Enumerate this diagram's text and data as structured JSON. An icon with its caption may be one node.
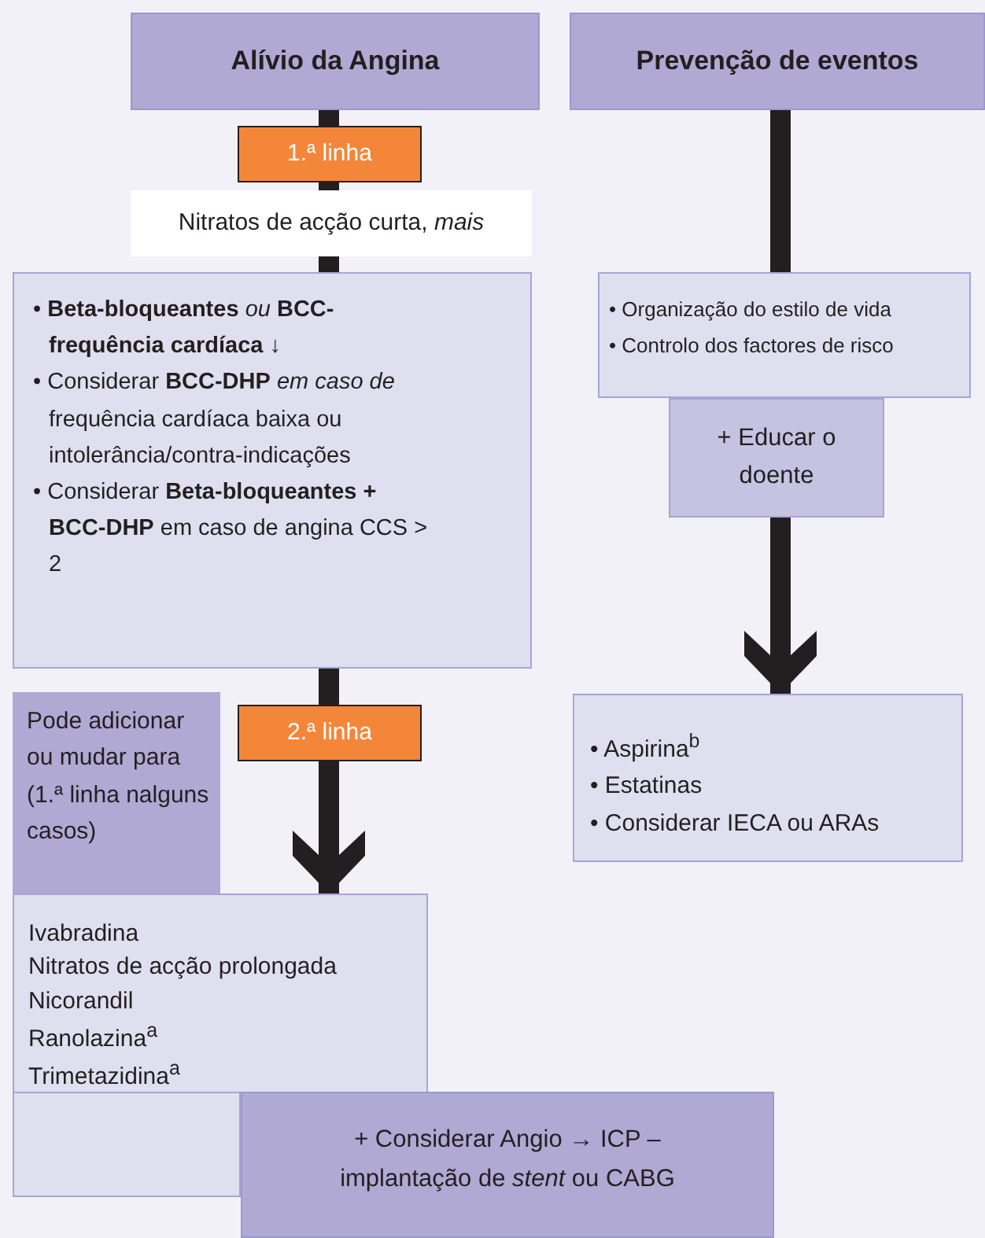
{
  "diagram": {
    "nodes": [
      {
        "text": [
          "Alívio da Angina"
        ]
      },
      {
        "text": [
          "Prevenção de eventos"
        ]
      },
      {
        "text": [
          "1.ª linha"
        ]
      },
      {
        "text": [
          "Nitratos de acção curta, *mais*"
        ]
      },
      {
        "text": [
          "• **Beta-bloqueantes** *ou* **BCC-frequência cardíaca ↓**",
          "• Considerar **BCC-DHP** *em caso de* frequência cardíaca baixa ou intolerância/contra-indicações",
          "• Considerar **Beta-bloqueantes + BCC-DHP** em caso de angina CCS > 2"
        ]
      },
      {
        "text": [
          "• Organização do estilo de vida",
          "• Controlo dos factores de risco"
        ]
      },
      {
        "text": [
          "+ Educar o doente"
        ]
      },
      {
        "text": [
          "2.ª linha"
        ]
      },
      {
        "text": [
          "Pode adicionar ou mudar para (1.ª linha nalguns casos)"
        ]
      },
      {
        "text": [
          "Ivabradina",
          "Nitratos de acção prolongada",
          "Nicorandil",
          "Ranolazina$^{a}$",
          "Trimetazidina$^{a}$"
        ]
      },
      {
        "text": [
          "+ Considerar Angio → ICP – implantação de *stent* ou CABG"
        ]
      },
      {
        "text": [
          "• Aspirina$^{b}$",
          "• Estatinas",
          "• Considerar IECA ou ARAs"
        ]
      }
    ],
    "edges": [
      {
        "from": 0,
        "to": 2,
        "arrow": "none"
      },
      {
        "from": 2,
        "to": 3,
        "arrow": "none"
      },
      {
        "from": 3,
        "to": 4,
        "arrow": "none"
      },
      {
        "from": 4,
        "to": 7,
        "arrow": "none"
      },
      {
        "from": 7,
        "to": 9,
        "arrow": "to"
      },
      {
        "from": 1,
        "to": 5,
        "arrow": "none"
      },
      {
        "from": 6,
        "to": 11,
        "arrow": "to"
      }
    ]
  }
}
